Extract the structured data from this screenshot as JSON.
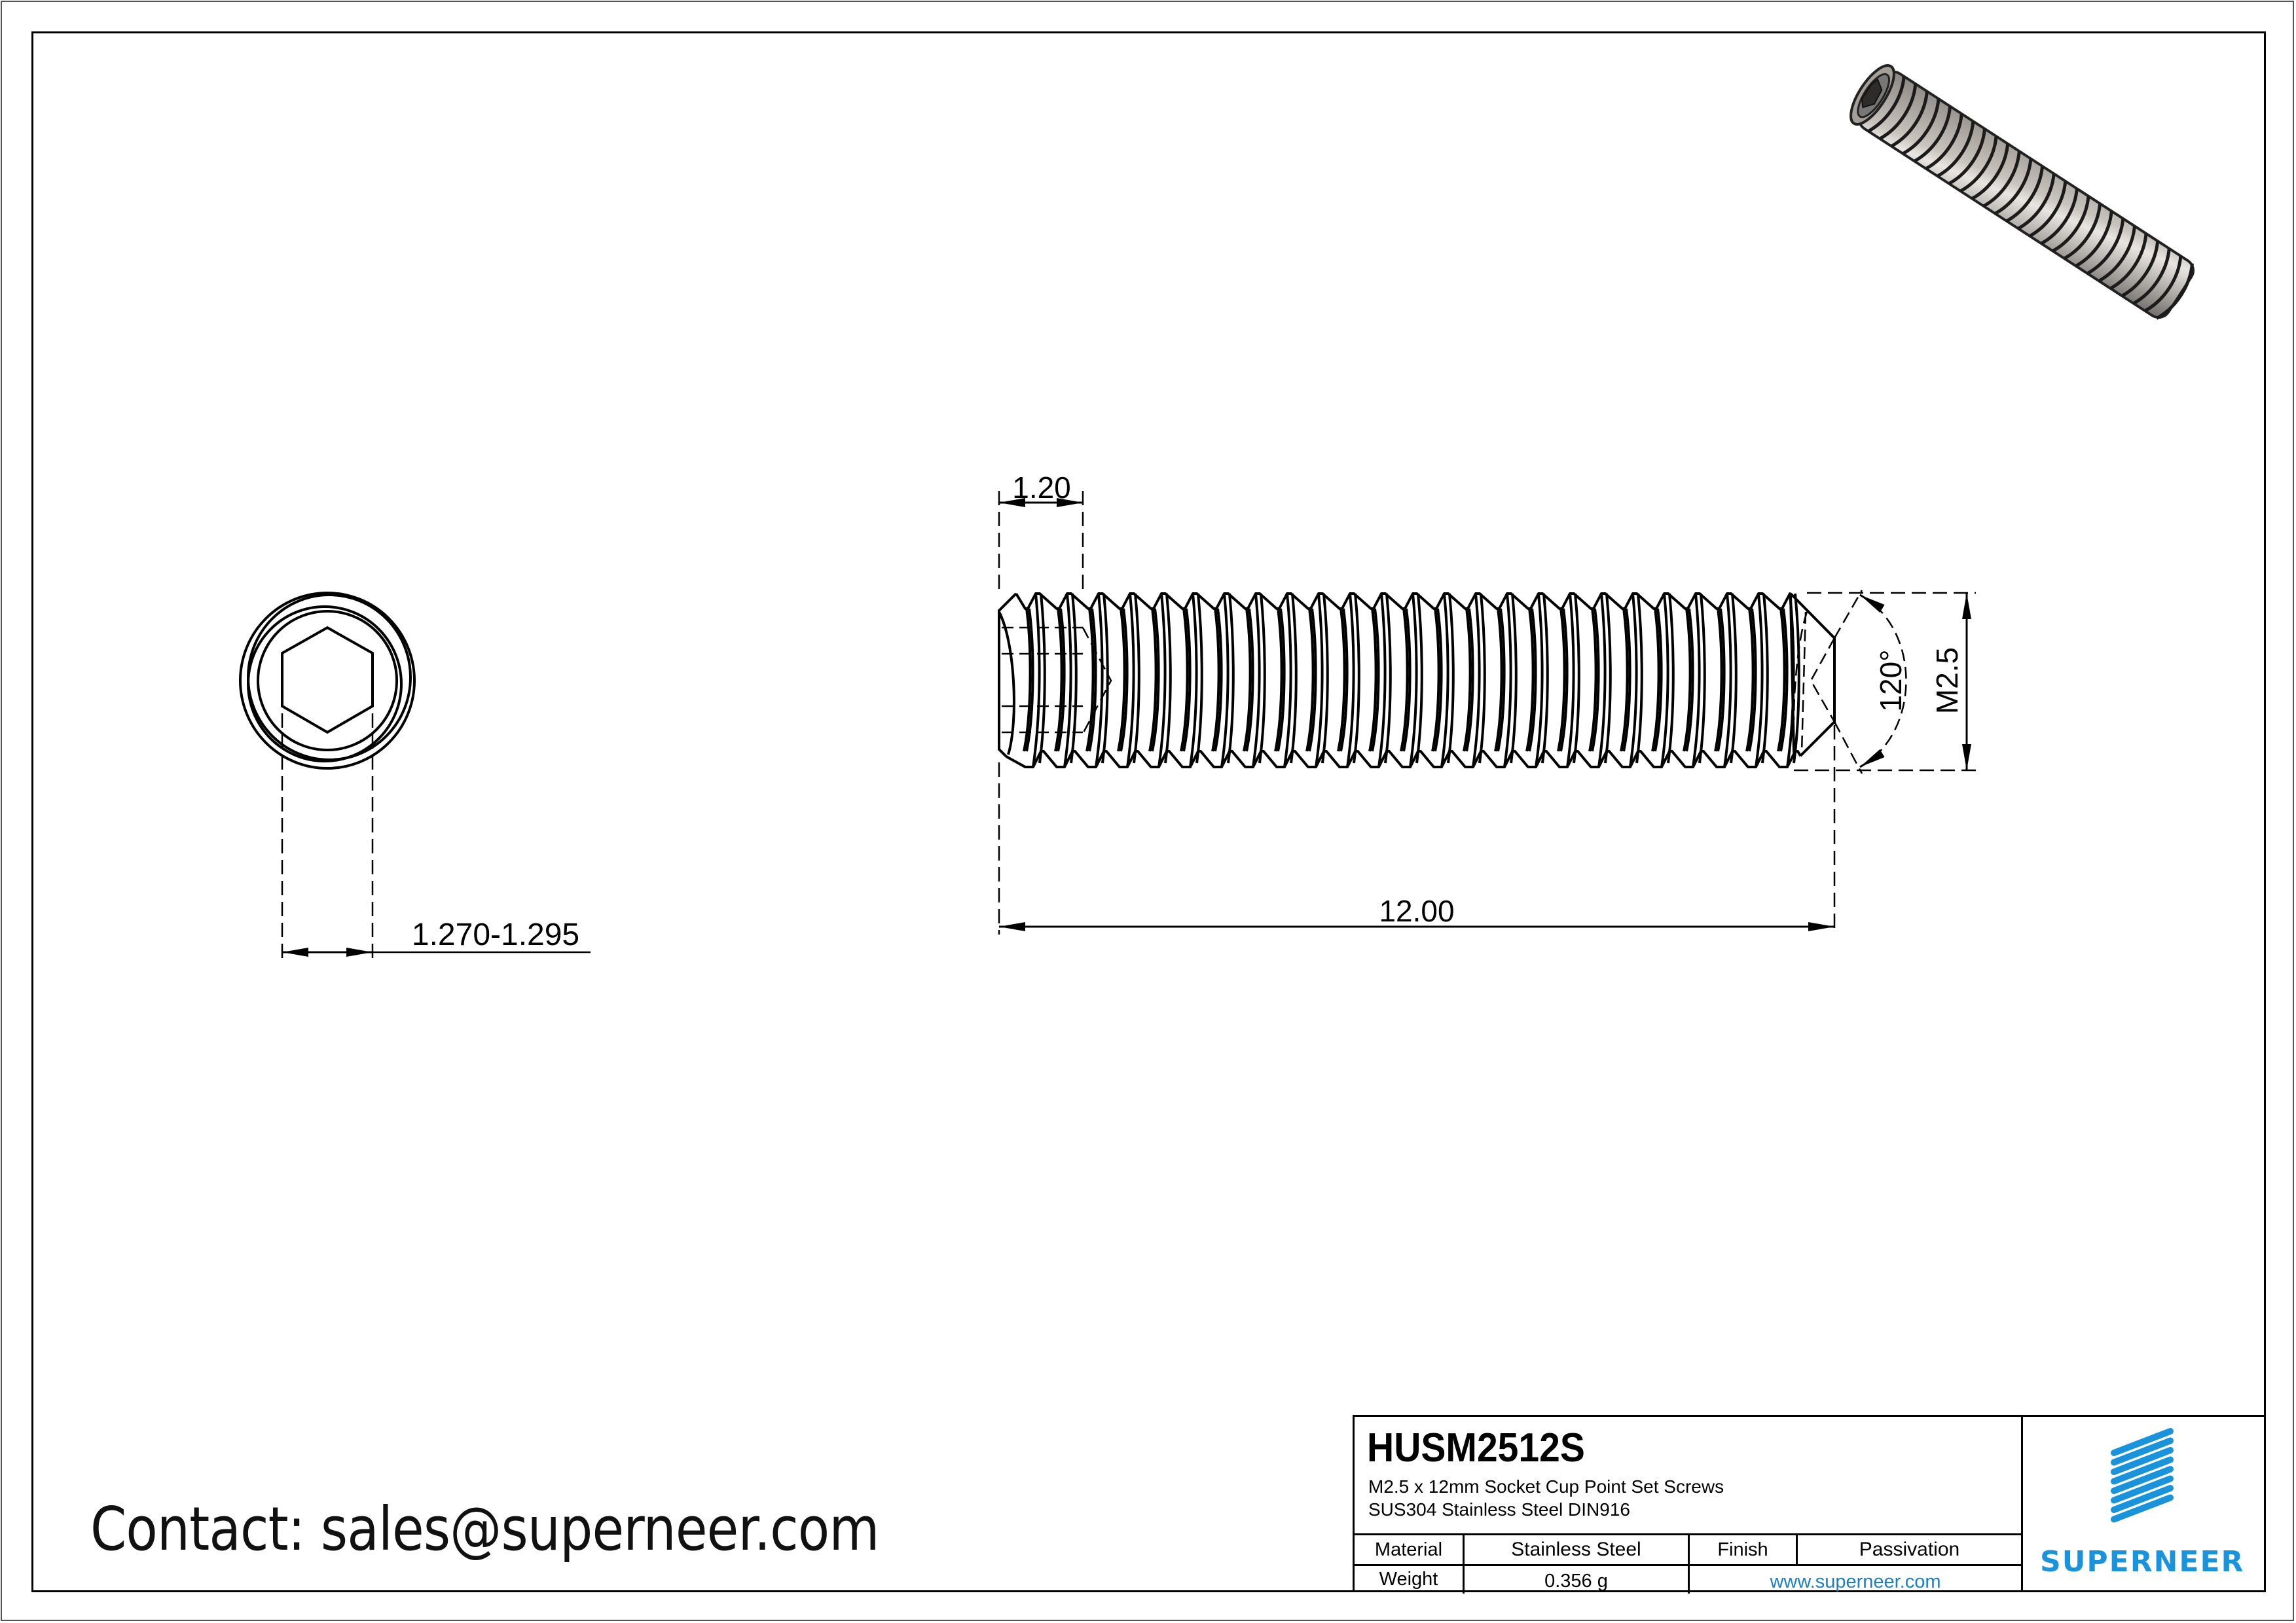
{
  "sheet": {
    "contact": "Contact: sales@superneer.com"
  },
  "end_view": {
    "dimension_label": "1.270-1.295",
    "feature": "hex socket"
  },
  "side_view": {
    "socket_depth_label": "1.20",
    "length_label": "12.00",
    "diameter_label": "M2.5",
    "point_angle_label": "120°"
  },
  "iso_view": {
    "description": "3D render of socket set screw"
  },
  "title_block": {
    "part_number": "HUSM2512S",
    "description_line1": "M2.5 x 12mm Socket Cup Point Set Screws",
    "description_line2": "SUS304 Stainless Steel DIN916",
    "material_label": "Material",
    "material_value": "Stainless Steel",
    "finish_label": "Finish",
    "finish_value": "Passivation",
    "weight_label": "Weight",
    "weight_value": "0.356 g",
    "website": "www.superneer.com",
    "brand": "SUPERNEER",
    "brand_color": "#1a93dd",
    "link_color": "#1a7fc9"
  }
}
